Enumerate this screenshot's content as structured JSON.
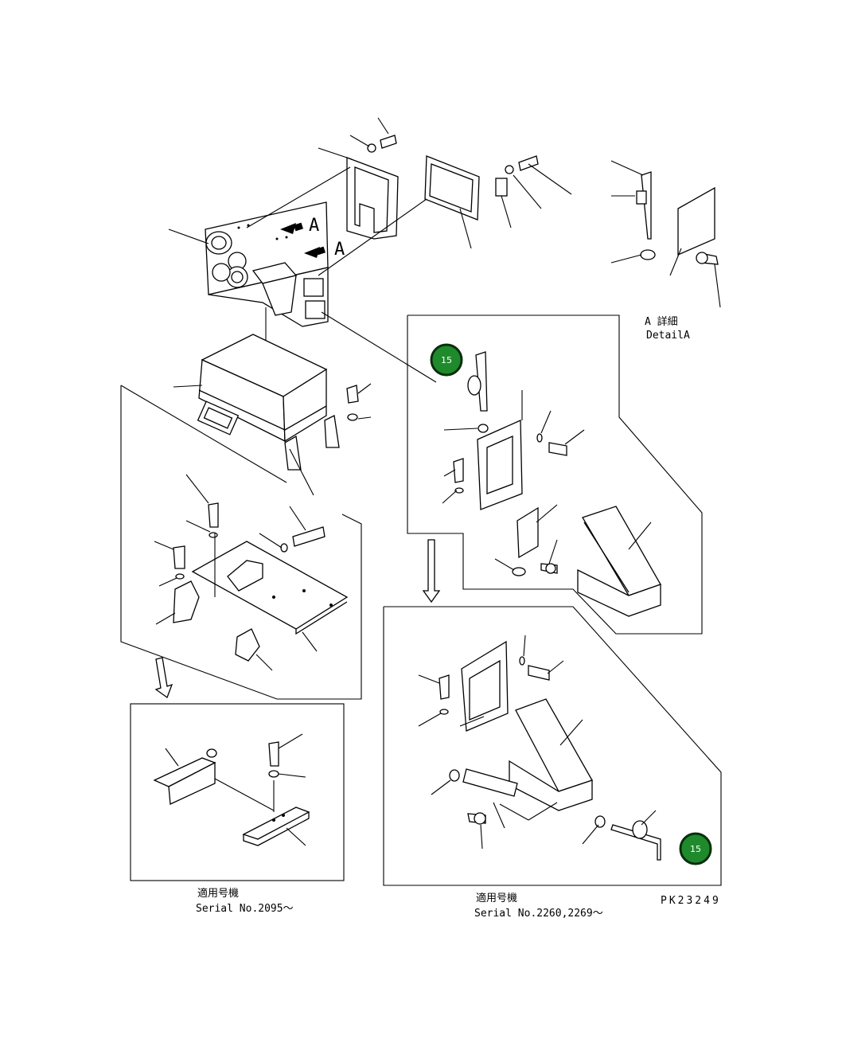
{
  "arrow_labels": [
    "A",
    "A"
  ],
  "detail": {
    "label_jp": "A 詳細",
    "label_en": "DetailA"
  },
  "hotspots": [
    {
      "label": "15"
    },
    {
      "label": "15"
    }
  ],
  "serial_left": {
    "jp": "適用号機",
    "en": "Serial No.2095～"
  },
  "serial_right": {
    "jp": "適用号機",
    "en": "Serial No.2260,2269～"
  },
  "drawing_code": "PK23249",
  "colors": {
    "hotspot_fill": "#1f8a2c",
    "hotspot_ring": "#0a2e0d"
  }
}
